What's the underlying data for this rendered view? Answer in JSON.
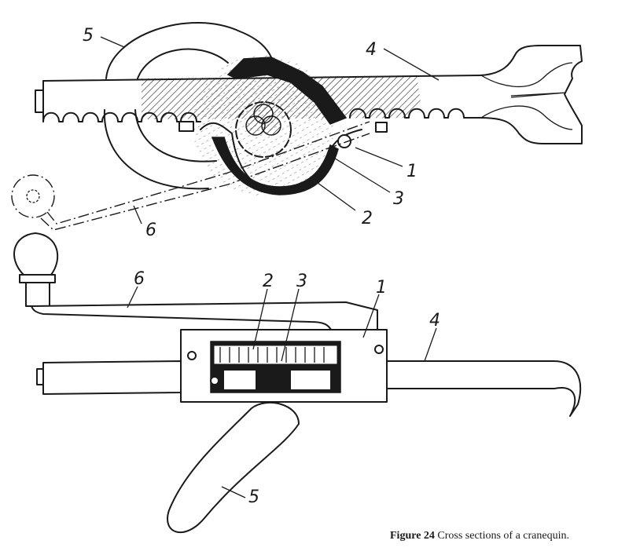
{
  "figure": {
    "caption_number": "Figure 24",
    "caption_text": "Cross sections of a cranequin."
  },
  "top_view": {
    "labels": [
      "5",
      "4",
      "1",
      "3",
      "2",
      "6"
    ],
    "parts": [
      "spanner-hook-5",
      "rack-bar-4",
      "pinion-1",
      "gear-3",
      "wheel-2",
      "crank-6"
    ]
  },
  "bottom_view": {
    "labels": [
      "6",
      "2",
      "3",
      "1",
      "4",
      "5"
    ]
  },
  "colors": {
    "ink": "#1a1a1a",
    "paper": "#ffffff"
  }
}
